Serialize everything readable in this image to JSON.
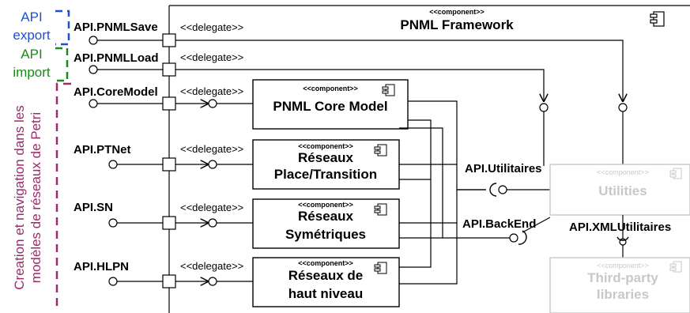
{
  "side_labels": {
    "export": [
      "API",
      "export"
    ],
    "import": [
      "API",
      "import"
    ],
    "creation": [
      "Creation et navigation dans les",
      "modèles de réseaux de Petri"
    ]
  },
  "framework": {
    "stereotype": "<<component>>",
    "name": "PNML Framework"
  },
  "apis": {
    "pnml_save": "API.PNMLSave",
    "pnml_load": "API.PNMLLoad",
    "core_model": "API.CoreModel",
    "ptnet": "API.PTNet",
    "sn": "API.SN",
    "hlpn": "API.HLPN",
    "utilitaires": "API.Utilitaires",
    "backend": "API.BackEnd",
    "xml_utilitaires": "API.XMLUtilitaires"
  },
  "delegate_label": "<<delegate>>",
  "components": {
    "core": {
      "stereotype": "<<component>>",
      "name": [
        "PNML Core Model"
      ]
    },
    "pt": {
      "stereotype": "<<component>>",
      "name": [
        "Réseaux",
        "Place/Transition"
      ]
    },
    "sym": {
      "stereotype": "<<component>>",
      "name": [
        "Réseaux",
        "Symétriques"
      ]
    },
    "hl": {
      "stereotype": "<<component>>",
      "name": [
        "Réseaux de",
        "haut niveau"
      ]
    },
    "utilities": {
      "stereotype": "<<component>>",
      "name": [
        "Utilities"
      ]
    },
    "third_party": {
      "stereotype": "<<component>>",
      "name": [
        "Third-party",
        "libraries"
      ]
    }
  },
  "colors": {
    "export": "#1f4fd6",
    "import": "#1a8a1a",
    "creation": "#9a2b6b",
    "external_component": "#c8c8c8"
  }
}
